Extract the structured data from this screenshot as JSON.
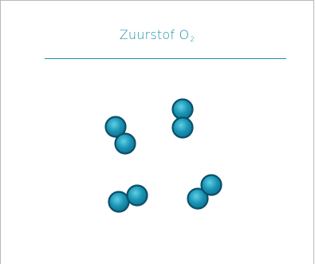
{
  "diagram": {
    "title": {
      "text": "Zuurstof O",
      "subscript": "2"
    },
    "molecule_count": 4,
    "atoms_per_molecule": 2,
    "colors": {
      "accent": "#1d8fa8",
      "atom_outline": "#0c4f6b",
      "atom_fill": "#1a94b4",
      "atom_highlight": "#4fc6dd",
      "border": "#b9b9b9"
    }
  }
}
